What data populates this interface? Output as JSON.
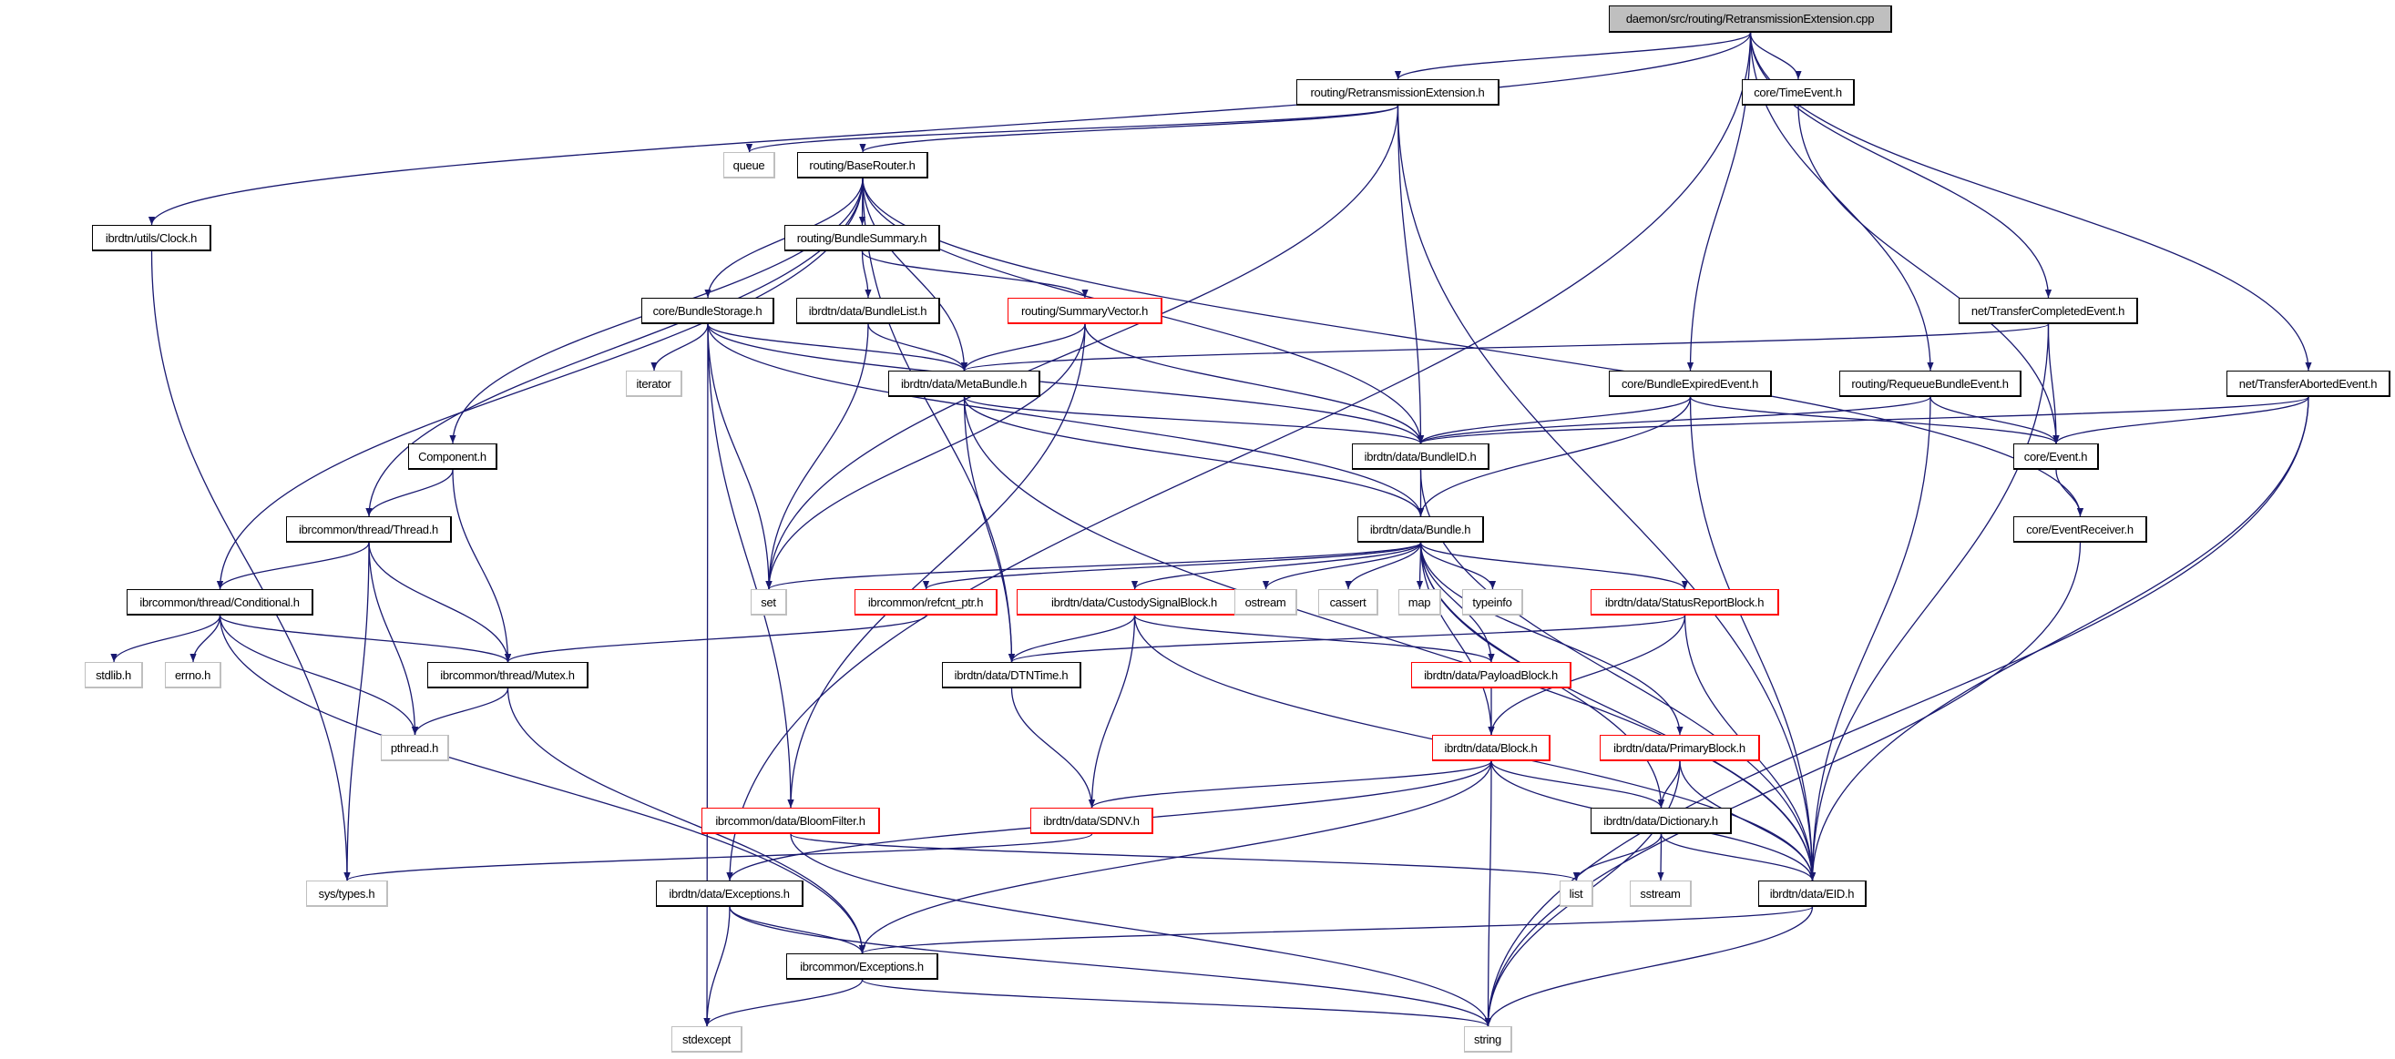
{
  "colors": {
    "edge": "#191970",
    "root_fill": "#bfbfbf",
    "truncated_border": "#ff0000",
    "external_border": "#bfbfbf",
    "node_border": "#000000"
  },
  "nodes": [
    {
      "id": "cpp",
      "label": "daemon/src/routing/RetransmissionExtension.cpp",
      "style": "root"
    },
    {
      "id": "rexth",
      "label": "routing/RetransmissionExtension.h",
      "style": "normal"
    },
    {
      "id": "timeev",
      "label": "core/TimeEvent.h",
      "style": "normal"
    },
    {
      "id": "queue",
      "label": "queue",
      "style": "ext"
    },
    {
      "id": "baserouter",
      "label": "routing/BaseRouter.h",
      "style": "normal"
    },
    {
      "id": "clock",
      "label": "ibrdtn/utils/Clock.h",
      "style": "normal"
    },
    {
      "id": "bsummary",
      "label": "routing/BundleSummary.h",
      "style": "normal"
    },
    {
      "id": "bstorage",
      "label": "core/BundleStorage.h",
      "style": "normal"
    },
    {
      "id": "blist",
      "label": "ibrdtn/data/BundleList.h",
      "style": "normal"
    },
    {
      "id": "svector",
      "label": "routing/SummaryVector.h",
      "style": "red"
    },
    {
      "id": "tcompleted",
      "label": "net/TransferCompletedEvent.h",
      "style": "normal"
    },
    {
      "id": "iterator",
      "label": "iterator",
      "style": "ext"
    },
    {
      "id": "metabundle",
      "label": "ibrdtn/data/MetaBundle.h",
      "style": "normal"
    },
    {
      "id": "bexpired",
      "label": "core/BundleExpiredEvent.h",
      "style": "normal"
    },
    {
      "id": "requeue",
      "label": "routing/RequeueBundleEvent.h",
      "style": "normal"
    },
    {
      "id": "taborted",
      "label": "net/TransferAbortedEvent.h",
      "style": "normal"
    },
    {
      "id": "component",
      "label": "Component.h",
      "style": "normal"
    },
    {
      "id": "bundleid",
      "label": "ibrdtn/data/BundleID.h",
      "style": "normal"
    },
    {
      "id": "event",
      "label": "core/Event.h",
      "style": "normal"
    },
    {
      "id": "thread",
      "label": "ibrcommon/thread/Thread.h",
      "style": "normal"
    },
    {
      "id": "bundle",
      "label": "ibrdtn/data/Bundle.h",
      "style": "normal"
    },
    {
      "id": "evrecv",
      "label": "core/EventReceiver.h",
      "style": "normal"
    },
    {
      "id": "conditional",
      "label": "ibrcommon/thread/Conditional.h",
      "style": "normal"
    },
    {
      "id": "set",
      "label": "set",
      "style": "ext"
    },
    {
      "id": "refcnt",
      "label": "ibrcommon/refcnt_ptr.h",
      "style": "red"
    },
    {
      "id": "custody",
      "label": "ibrdtn/data/CustodySignalBlock.h",
      "style": "red"
    },
    {
      "id": "ostream",
      "label": "ostream",
      "style": "ext"
    },
    {
      "id": "cassert",
      "label": "cassert",
      "style": "ext"
    },
    {
      "id": "map",
      "label": "map",
      "style": "ext"
    },
    {
      "id": "typeinfo",
      "label": "typeinfo",
      "style": "ext"
    },
    {
      "id": "statusreport",
      "label": "ibrdtn/data/StatusReportBlock.h",
      "style": "red"
    },
    {
      "id": "stdlib",
      "label": "stdlib.h",
      "style": "ext"
    },
    {
      "id": "errno",
      "label": "errno.h",
      "style": "ext"
    },
    {
      "id": "mutex",
      "label": "ibrcommon/thread/Mutex.h",
      "style": "normal"
    },
    {
      "id": "dtntime",
      "label": "ibrdtn/data/DTNTime.h",
      "style": "normal"
    },
    {
      "id": "payload",
      "label": "ibrdtn/data/PayloadBlock.h",
      "style": "red"
    },
    {
      "id": "pthread",
      "label": "pthread.h",
      "style": "ext"
    },
    {
      "id": "block",
      "label": "ibrdtn/data/Block.h",
      "style": "red"
    },
    {
      "id": "primary",
      "label": "ibrdtn/data/PrimaryBlock.h",
      "style": "red"
    },
    {
      "id": "bloom",
      "label": "ibrcommon/data/BloomFilter.h",
      "style": "red"
    },
    {
      "id": "sdnv",
      "label": "ibrdtn/data/SDNV.h",
      "style": "red"
    },
    {
      "id": "dictionary",
      "label": "ibrdtn/data/Dictionary.h",
      "style": "normal"
    },
    {
      "id": "systypes",
      "label": "sys/types.h",
      "style": "ext"
    },
    {
      "id": "dexceptions",
      "label": "ibrdtn/data/Exceptions.h",
      "style": "normal"
    },
    {
      "id": "list",
      "label": "list",
      "style": "ext"
    },
    {
      "id": "sstream",
      "label": "sstream",
      "style": "ext"
    },
    {
      "id": "eid",
      "label": "ibrdtn/data/EID.h",
      "style": "normal"
    },
    {
      "id": "cexceptions",
      "label": "ibrcommon/Exceptions.h",
      "style": "normal"
    },
    {
      "id": "stdexcept",
      "label": "stdexcept",
      "style": "ext"
    },
    {
      "id": "string",
      "label": "string",
      "style": "ext"
    }
  ],
  "edges": [
    [
      "cpp",
      "rexth"
    ],
    [
      "cpp",
      "timeev"
    ],
    [
      "cpp",
      "bexpired"
    ],
    [
      "cpp",
      "requeue"
    ],
    [
      "cpp",
      "tcompleted"
    ],
    [
      "cpp",
      "taborted"
    ],
    [
      "cpp",
      "clock"
    ],
    [
      "cpp",
      "dexceptions"
    ],
    [
      "rexth",
      "queue"
    ],
    [
      "rexth",
      "baserouter"
    ],
    [
      "rexth",
      "set"
    ],
    [
      "rexth",
      "bundleid"
    ],
    [
      "rexth",
      "eid"
    ],
    [
      "timeev",
      "event"
    ],
    [
      "baserouter",
      "conditional"
    ],
    [
      "baserouter",
      "thread"
    ],
    [
      "baserouter",
      "component"
    ],
    [
      "baserouter",
      "dtntime"
    ],
    [
      "baserouter",
      "bstorage"
    ],
    [
      "baserouter",
      "bsummary"
    ],
    [
      "baserouter",
      "metabundle"
    ],
    [
      "baserouter",
      "bundleid"
    ],
    [
      "baserouter",
      "evrecv"
    ],
    [
      "bsummary",
      "blist"
    ],
    [
      "bsummary",
      "svector"
    ],
    [
      "bstorage",
      "iterator"
    ],
    [
      "bstorage",
      "metabundle"
    ],
    [
      "bstorage",
      "bundleid"
    ],
    [
      "bstorage",
      "bundle"
    ],
    [
      "bstorage",
      "set"
    ],
    [
      "bstorage",
      "stdexcept"
    ],
    [
      "bstorage",
      "bloom"
    ],
    [
      "blist",
      "set"
    ],
    [
      "blist",
      "metabundle"
    ],
    [
      "svector",
      "metabundle"
    ],
    [
      "svector",
      "bundleid"
    ],
    [
      "svector",
      "set"
    ],
    [
      "svector",
      "bloom"
    ],
    [
      "metabundle",
      "bundleid"
    ],
    [
      "metabundle",
      "bundle"
    ],
    [
      "metabundle",
      "dtntime"
    ],
    [
      "metabundle",
      "eid"
    ],
    [
      "component",
      "thread"
    ],
    [
      "component",
      "mutex"
    ],
    [
      "thread",
      "conditional"
    ],
    [
      "thread",
      "mutex"
    ],
    [
      "thread",
      "pthread"
    ],
    [
      "thread",
      "systypes"
    ],
    [
      "conditional",
      "stdlib"
    ],
    [
      "conditional",
      "errno"
    ],
    [
      "conditional",
      "mutex"
    ],
    [
      "conditional",
      "pthread"
    ],
    [
      "conditional",
      "cexceptions"
    ],
    [
      "mutex",
      "pthread"
    ],
    [
      "mutex",
      "cexceptions"
    ],
    [
      "clock",
      "systypes"
    ],
    [
      "tcompleted",
      "metabundle"
    ],
    [
      "tcompleted",
      "event"
    ],
    [
      "tcompleted",
      "eid"
    ],
    [
      "bexpired",
      "bundleid"
    ],
    [
      "bexpired",
      "bundle"
    ],
    [
      "bexpired",
      "event"
    ],
    [
      "bexpired",
      "eid"
    ],
    [
      "requeue",
      "bundleid"
    ],
    [
      "requeue",
      "event"
    ],
    [
      "requeue",
      "eid"
    ],
    [
      "taborted",
      "bundleid"
    ],
    [
      "taborted",
      "event"
    ],
    [
      "taborted",
      "eid"
    ],
    [
      "taborted",
      "string"
    ],
    [
      "bundleid",
      "bundle"
    ],
    [
      "bundleid",
      "eid"
    ],
    [
      "event",
      "evrecv"
    ],
    [
      "evrecv",
      "string"
    ],
    [
      "bundle",
      "set"
    ],
    [
      "bundle",
      "refcnt"
    ],
    [
      "bundle",
      "custody"
    ],
    [
      "bundle",
      "ostream"
    ],
    [
      "bundle",
      "cassert"
    ],
    [
      "bundle",
      "map"
    ],
    [
      "bundle",
      "typeinfo"
    ],
    [
      "bundle",
      "statusreport"
    ],
    [
      "bundle",
      "payload"
    ],
    [
      "bundle",
      "block"
    ],
    [
      "bundle",
      "primary"
    ],
    [
      "bundle",
      "dictionary"
    ],
    [
      "bundle",
      "eid"
    ],
    [
      "refcnt",
      "mutex"
    ],
    [
      "custody",
      "dtntime"
    ],
    [
      "custody",
      "sdnv"
    ],
    [
      "custody",
      "payload"
    ],
    [
      "custody",
      "eid"
    ],
    [
      "statusreport",
      "dtntime"
    ],
    [
      "statusreport",
      "block"
    ],
    [
      "statusreport",
      "eid"
    ],
    [
      "payload",
      "block"
    ],
    [
      "dtntime",
      "sdnv"
    ],
    [
      "block",
      "sdnv"
    ],
    [
      "block",
      "dexceptions"
    ],
    [
      "block",
      "cexceptions"
    ],
    [
      "block",
      "dictionary"
    ],
    [
      "block",
      "eid"
    ],
    [
      "block",
      "string"
    ],
    [
      "primary",
      "dictionary"
    ],
    [
      "primary",
      "eid"
    ],
    [
      "primary",
      "string"
    ],
    [
      "dictionary",
      "list"
    ],
    [
      "dictionary",
      "sstream"
    ],
    [
      "dictionary",
      "eid"
    ],
    [
      "bloom",
      "list"
    ],
    [
      "bloom",
      "string"
    ],
    [
      "sdnv",
      "systypes"
    ],
    [
      "dexceptions",
      "cexceptions"
    ],
    [
      "dexceptions",
      "stdexcept"
    ],
    [
      "dexceptions",
      "string"
    ],
    [
      "cexceptions",
      "stdexcept"
    ],
    [
      "cexceptions",
      "string"
    ],
    [
      "eid",
      "cexceptions"
    ],
    [
      "eid",
      "string"
    ]
  ]
}
